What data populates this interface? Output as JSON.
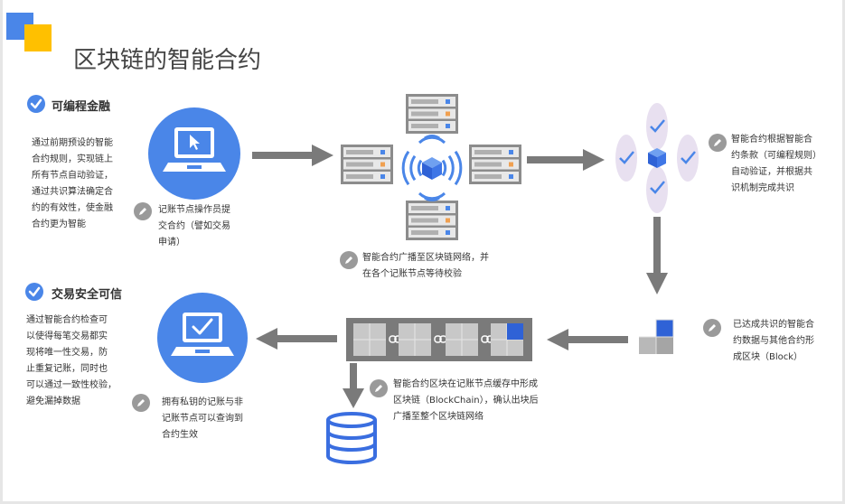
{
  "title": "区块链的智能合约",
  "colors": {
    "blue": "#4a86e8",
    "deep_blue": "#3a6ee0",
    "gold": "#ffc000",
    "arrow": "#7a7a7a",
    "server": "#8c8c8c"
  },
  "sections": {
    "programmable": {
      "heading": "可编程金融",
      "lines": [
        "通过前期预设的智能",
        "合约规则，实现链上",
        "所有节点自动验证，",
        "通过共识算法确定合",
        "约的有效性，使金融",
        "合约更为智能"
      ]
    },
    "secure": {
      "heading": "交易安全可信",
      "lines": [
        "通过智能合约检查可",
        "以使得每笔交易都实",
        "现将唯一性交易，防",
        "止重复记账，同时也",
        "可以通过一致性校验，",
        "避免漏掉数据"
      ]
    }
  },
  "steps": {
    "submit": [
      "记账节点操作员提",
      "交合约（譬如交易",
      "申请）"
    ],
    "broadcast": [
      "智能合约广播至区块链网络，并",
      "在各个记账节点等待校验"
    ],
    "verify": [
      "智能合约根据智能合",
      "约条款（可编程规则）",
      "自动验证，并根据共",
      "识机制完成共识"
    ],
    "package": [
      "已达成共识的智能合",
      "约数据与其他合约形",
      "成区块（Block）"
    ],
    "chain": [
      "智能合约区块在记账节点缓存中形成",
      "区块链（BlockChain），确认出块后",
      "广播至整个区块链网络"
    ],
    "query": [
      "拥有私钥的记账与非",
      "记账节点可以查询到",
      "合约生效"
    ]
  },
  "icons": [
    "check-badge-icon",
    "laptop-cursor-icon",
    "laptop-check-icon",
    "server-rack-icon",
    "wifi-signal-icon",
    "cube-icon",
    "pencil-badge-icon",
    "block-cube-icon",
    "chain-link-icon",
    "database-icon",
    "arrow-right-icon",
    "arrow-left-icon",
    "arrow-down-icon"
  ]
}
